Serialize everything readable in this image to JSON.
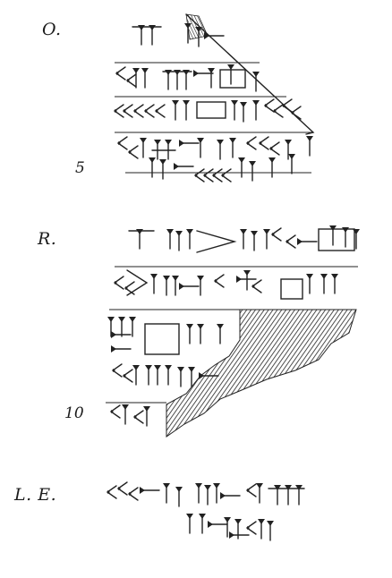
{
  "labels": {
    "obverse": "O.",
    "reverse": "R.",
    "left_edge": "L. E."
  },
  "line_numbers": {
    "obverse_5": "5",
    "reverse_10": "10"
  },
  "colors": {
    "ink": "#222222",
    "background": "#ffffff"
  }
}
